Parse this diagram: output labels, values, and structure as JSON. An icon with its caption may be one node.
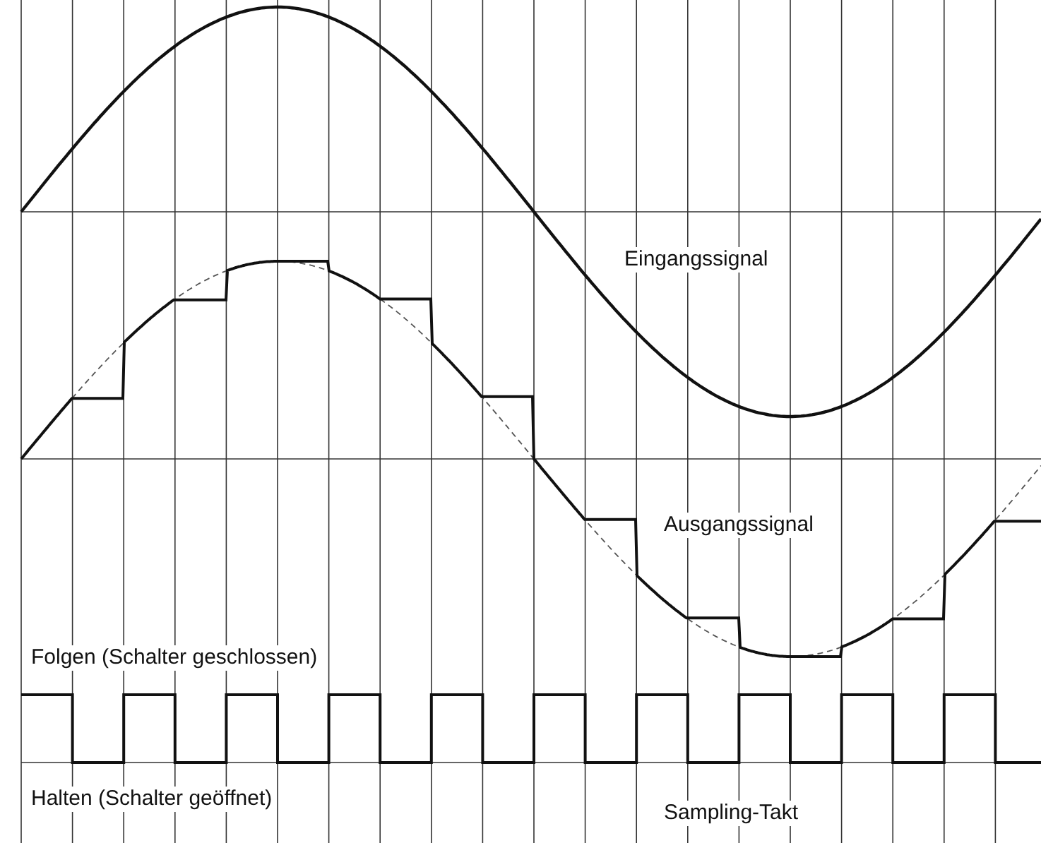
{
  "diagram": {
    "labels": [
      "Eingangssignal",
      "Ausgangssignal",
      "Folgen (Schalter geschlossen)",
      "Halten (Schalter geöffnet)",
      "Sampling-Takt"
    ]
  }
}
